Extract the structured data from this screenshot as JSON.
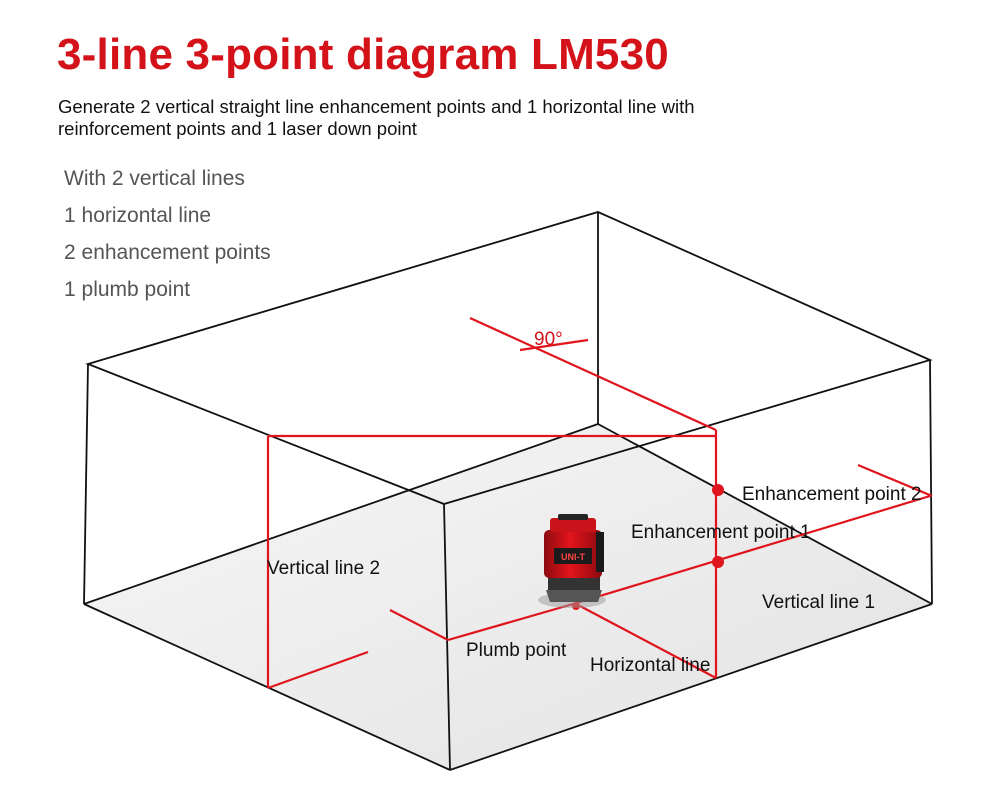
{
  "header": {
    "title": "3-line 3-point diagram LM530",
    "subtitle": "Generate 2 vertical straight line enhancement points and 1 horizontal line with reinforcement points and 1 laser down point"
  },
  "features": [
    "With 2 vertical lines",
    "1 horizontal line",
    "2 enhancement points",
    "1 plumb point"
  ],
  "diagram": {
    "angle_label": "90°",
    "labels": {
      "enhancement_point_2": "Enhancement point 2",
      "enhancement_point_1": "Enhancement point 1",
      "vertical_line_2": "Vertical line 2",
      "vertical_line_1": "Vertical line 1",
      "plumb_point": "Plumb point",
      "horizontal_line": "Horizontal line"
    },
    "device_brand": "UNI-T"
  },
  "colors": {
    "accent": "#d41219",
    "laser": "#e0141c",
    "floor": "#ececec",
    "outline": "#111111"
  }
}
